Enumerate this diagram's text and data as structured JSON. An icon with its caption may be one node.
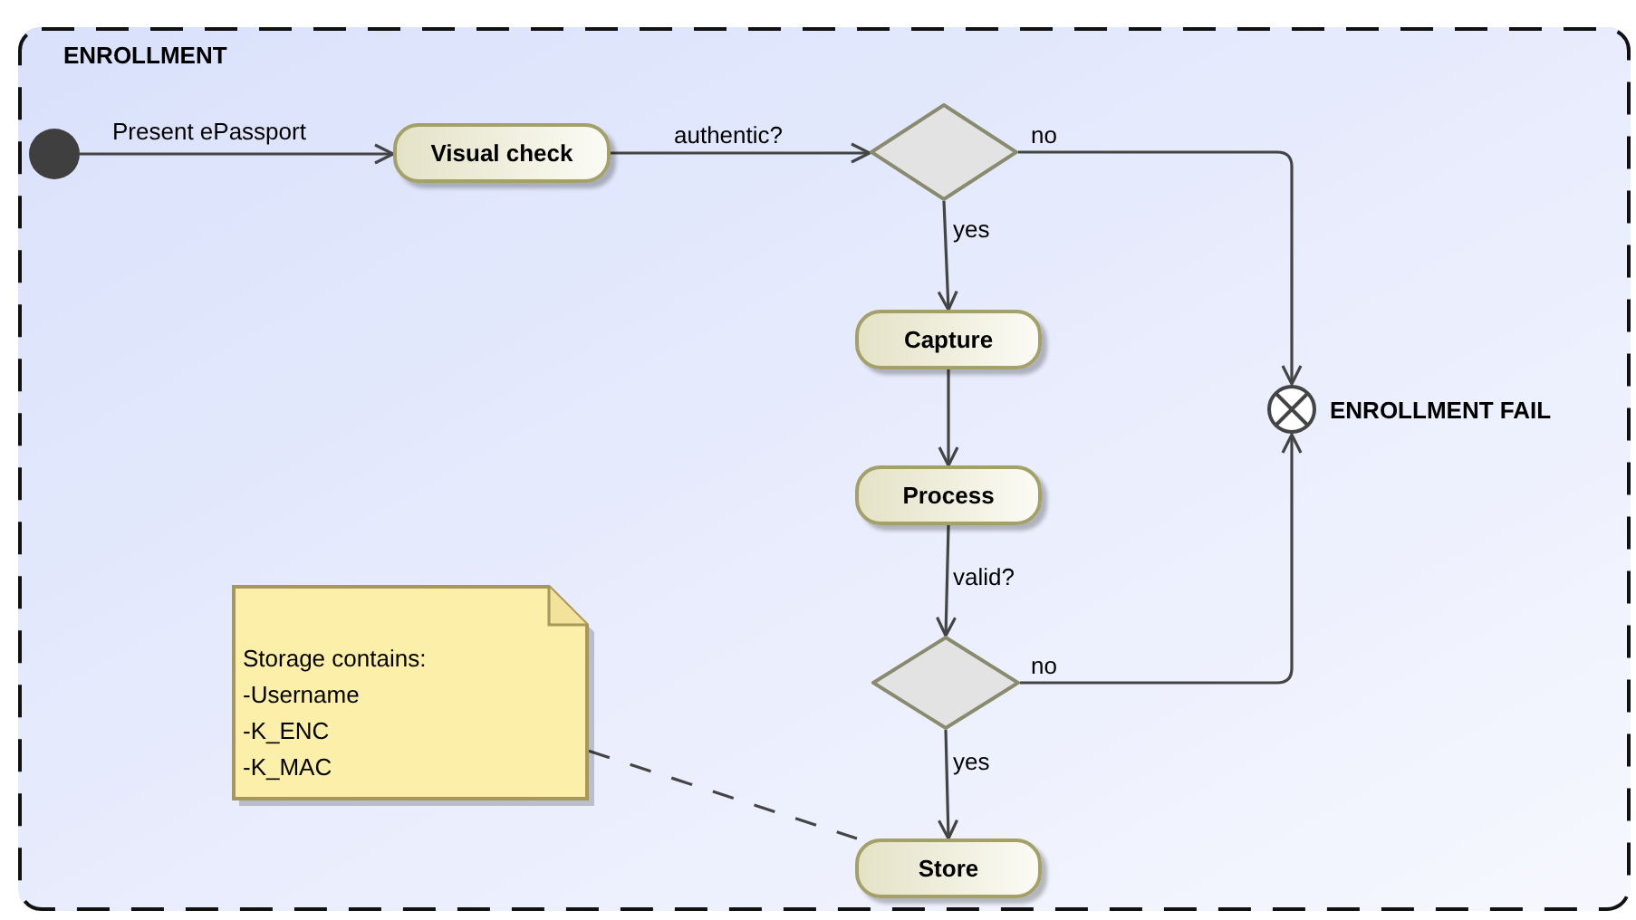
{
  "diagram": {
    "nodes": [
      {
        "text": [
          "ENROLLMENT"
        ]
      },
      {
        "text": [],
        "shape": "circle",
        "in": 0
      },
      {
        "text": [
          "Visual check"
        ],
        "in": 0
      },
      {
        "text": [],
        "shape": "diamond",
        "in": 0
      },
      {
        "text": [
          "Capture"
        ],
        "in": 0
      },
      {
        "text": [
          "Process"
        ],
        "in": 0
      },
      {
        "text": [],
        "shape": "diamond",
        "in": 0
      },
      {
        "text": [
          "Store"
        ],
        "in": 0
      },
      {
        "text": [],
        "shape": "circle",
        "in": 0,
        "beside": [
          "ENROLLMENT FAIL"
        ]
      },
      {
        "text": [
          "Storage contains: -Username -K_ENC -K_MAC"
        ],
        "in": 0
      }
    ],
    "edges": [
      {
        "from": 1,
        "to": 2,
        "arrow": "to",
        "label": "Present ePassport"
      },
      {
        "from": 2,
        "to": 3,
        "arrow": "to",
        "label": "authentic?"
      },
      {
        "from": 3,
        "to": 8,
        "arrow": "to",
        "label": "no"
      },
      {
        "from": 3,
        "to": 4,
        "arrow": "to",
        "label": "yes"
      },
      {
        "from": 4,
        "to": 5,
        "arrow": "to"
      },
      {
        "from": 5,
        "to": 6,
        "arrow": "to",
        "label": "valid?"
      },
      {
        "from": 6,
        "to": 8,
        "arrow": "to",
        "label": "no"
      },
      {
        "from": 6,
        "to": 7,
        "arrow": "to",
        "label": "yes"
      },
      {
        "from": 9,
        "to": 7,
        "arrow": "none",
        "style": "dashed"
      }
    ]
  }
}
